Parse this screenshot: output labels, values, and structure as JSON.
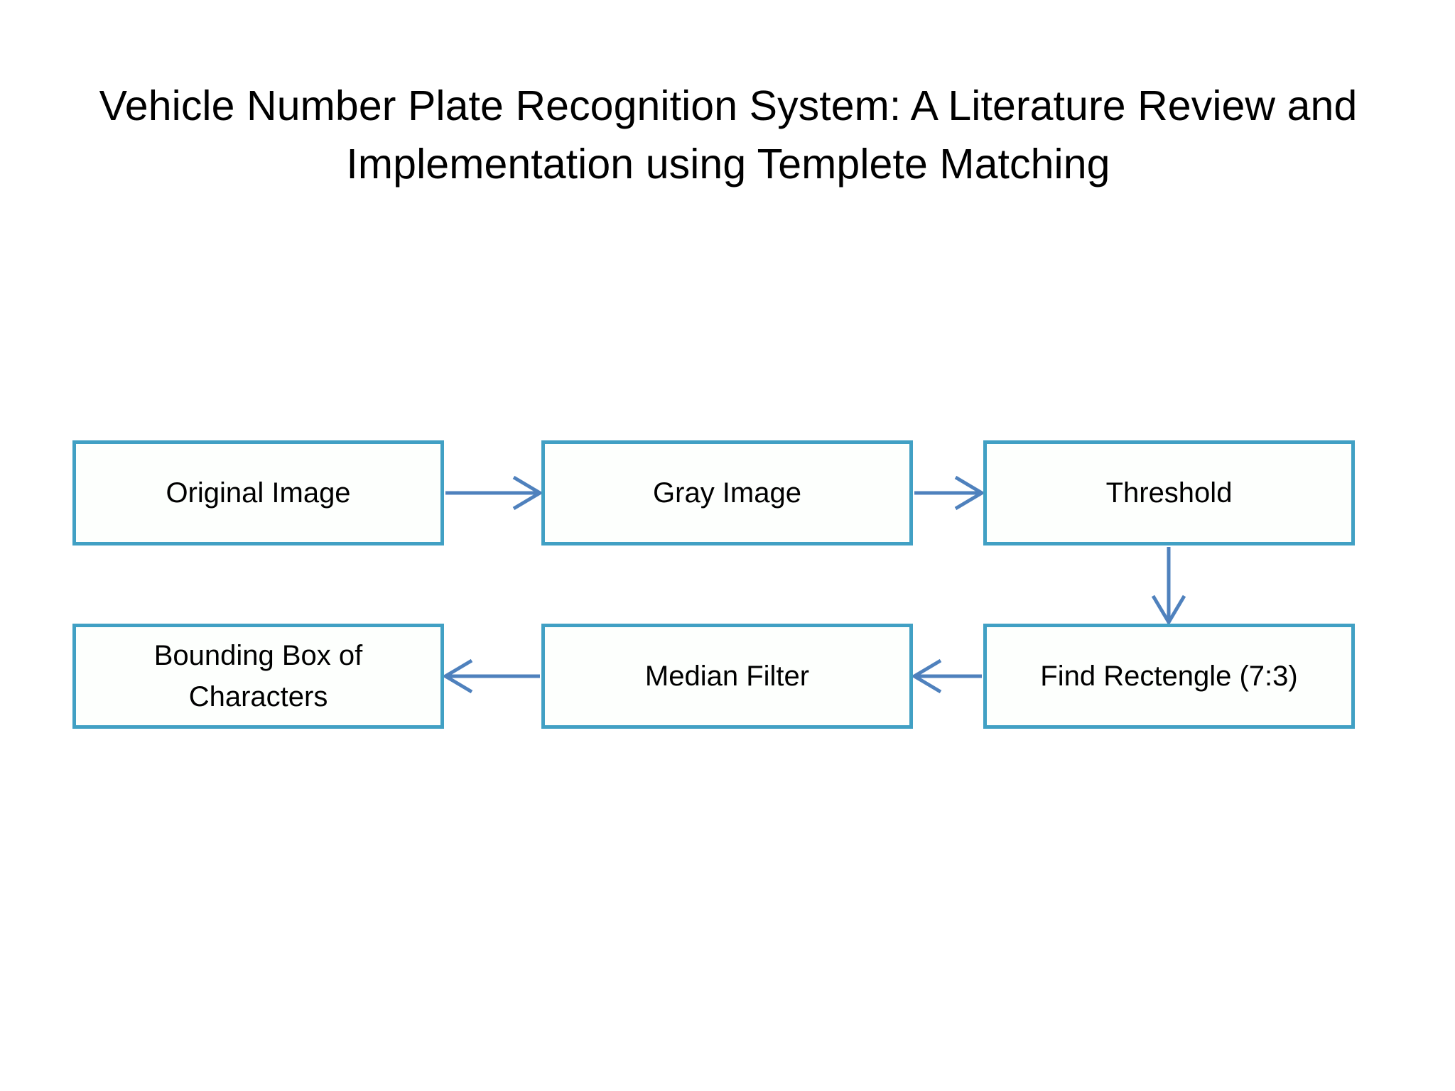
{
  "slide": {
    "background_color": "#ffffff",
    "title": {
      "line1": "Vehicle Number Plate Recognition System: A Literature Review and",
      "line2": "Implementation using Templete Matching",
      "color": "#000000"
    }
  },
  "diagram": {
    "type": "flowchart",
    "box_border_color": "#41a0c4",
    "box_fill_color": "#fdfffd",
    "arrow_color": "#4f81bd",
    "nodes": [
      {
        "id": "original-image",
        "label": "Original Image",
        "row": 1,
        "col": 1
      },
      {
        "id": "gray-image",
        "label": "Gray Image",
        "row": 1,
        "col": 2
      },
      {
        "id": "threshold",
        "label": "Threshold",
        "row": 1,
        "col": 3
      },
      {
        "id": "bounding-box",
        "label": "Bounding Box of\nCharacters",
        "row": 2,
        "col": 1
      },
      {
        "id": "median-filter",
        "label": "Median Filter",
        "row": 2,
        "col": 2
      },
      {
        "id": "find-rectangle",
        "label": "Find Rectengle (7:3)",
        "row": 2,
        "col": 3
      }
    ],
    "edges": [
      {
        "from": "original-image",
        "to": "gray-image",
        "direction": "right"
      },
      {
        "from": "gray-image",
        "to": "threshold",
        "direction": "right"
      },
      {
        "from": "threshold",
        "to": "find-rectangle",
        "direction": "down"
      },
      {
        "from": "find-rectangle",
        "to": "median-filter",
        "direction": "left"
      },
      {
        "from": "median-filter",
        "to": "bounding-box",
        "direction": "left"
      }
    ]
  }
}
